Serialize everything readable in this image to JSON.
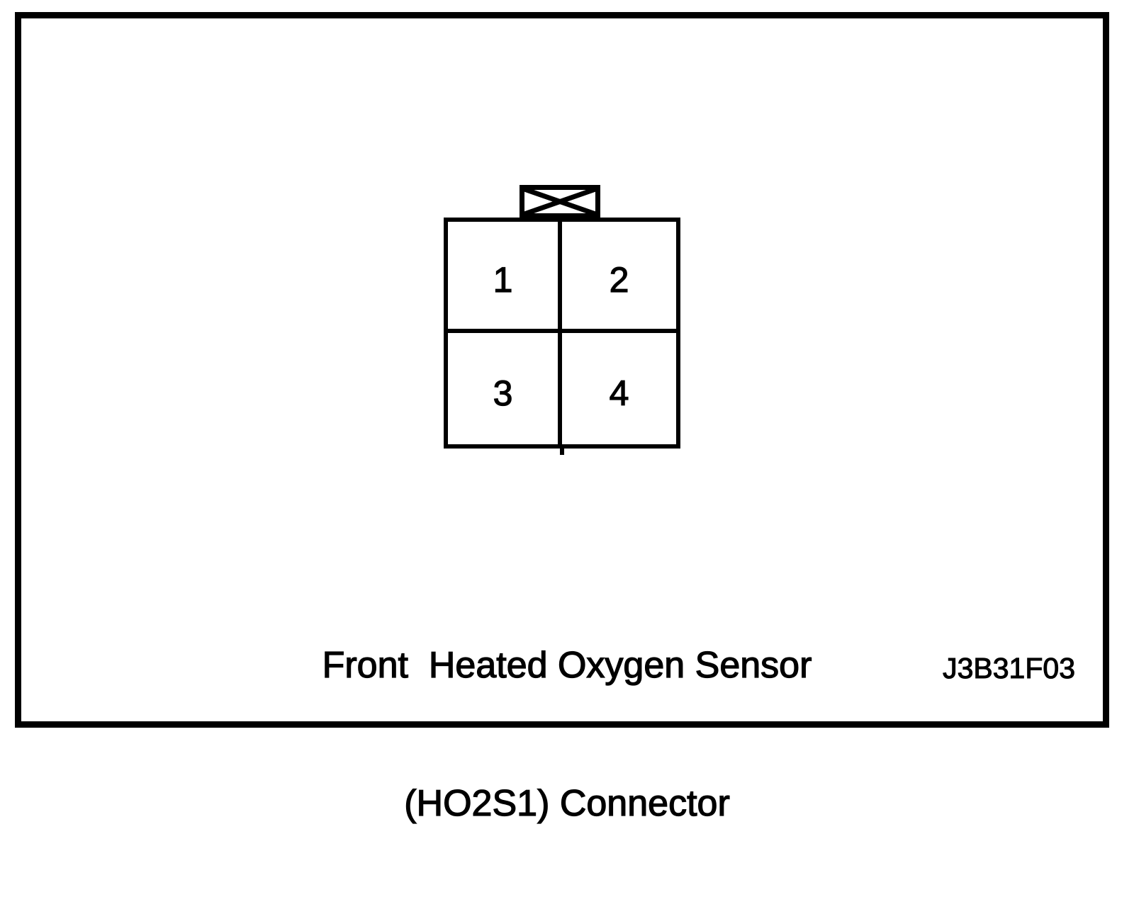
{
  "figure": {
    "caption": {
      "line1": "Front  Heated Oxygen Sensor",
      "line2": "(HO2S1) Connector"
    },
    "code": "J3B31F03",
    "connector": {
      "pins": [
        "1",
        "2",
        "3",
        "4"
      ]
    },
    "colors": {
      "ink": "#000000",
      "paper": "#ffffff"
    }
  }
}
